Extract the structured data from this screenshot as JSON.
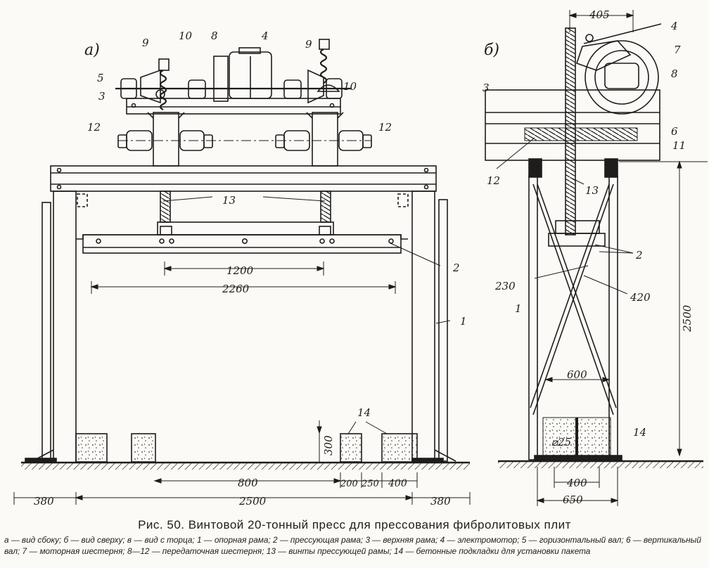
{
  "views": {
    "a": {
      "label": "а)",
      "parts": {
        "p1": "1",
        "p2": "2",
        "p3": "3",
        "p4": "4",
        "p5": "5",
        "p8": "8",
        "p9": "9",
        "p9b": "9",
        "p10": "10",
        "p10b": "10",
        "p12": "12",
        "p12b": "12",
        "p13": "13",
        "p14": "14"
      },
      "dims": {
        "d1200": "1200",
        "d2260": "2260",
        "d300": "300",
        "d800": "800",
        "d200": "200",
        "d250": "250",
        "d400": "400",
        "d380l": "380",
        "d2500": "2500",
        "d380r": "380"
      }
    },
    "b": {
      "label": "б)",
      "parts": {
        "p1": "1",
        "p2": "2",
        "p3": "3",
        "p4": "4",
        "p6": "6",
        "p7": "7",
        "p8": "8",
        "p11": "11",
        "p12": "12",
        "p13": "13",
        "p14": "14"
      },
      "dims": {
        "d405": "405",
        "d230": "230",
        "d420": "420",
        "d2500": "2500",
        "d600": "600",
        "dphi25": "⌀25",
        "d400": "400",
        "d650": "650"
      }
    }
  },
  "caption": {
    "title": "Рис. 50. Винтовой 20-тонный пресс для прессования фибролитовых плит",
    "legend": "а — вид сбоку; б — вид сверху; в — вид с торца; 1 — опорная рама; 2 — прессующая рама; 3 — верхняя рама; 4 — электромотор; 5 — горизонтальный вал; 6 — вертикальный вал; 7 — моторная шестерня; 8—12 — передаточная шестерня; 13 — винты прессующей рамы; 14 — бетонные подкладки для установки пакета"
  }
}
